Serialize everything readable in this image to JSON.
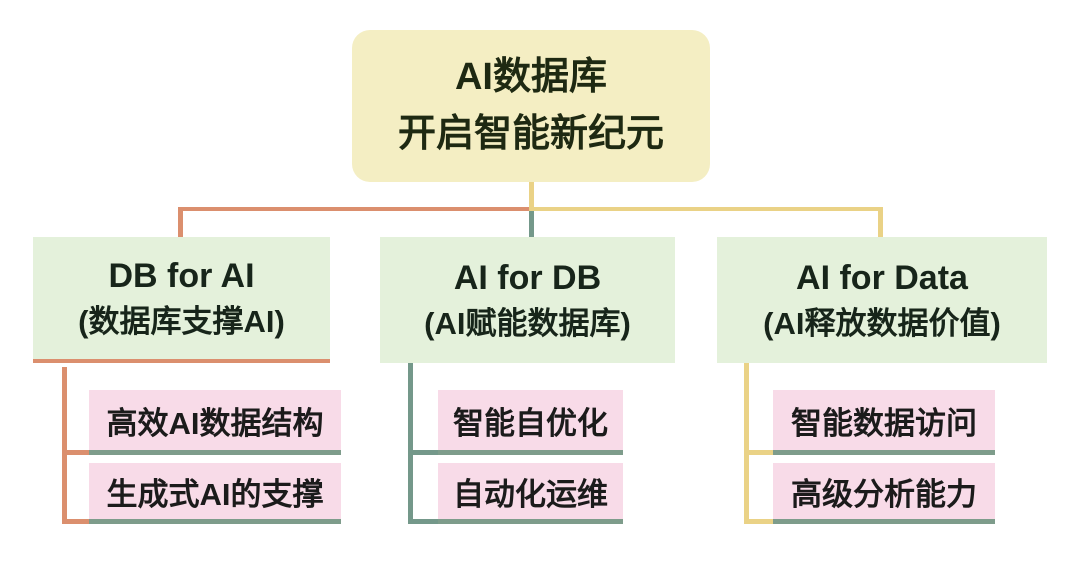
{
  "root": {
    "line1": "AI数据库",
    "line2": "开启智能新纪元"
  },
  "branches": [
    {
      "title_en": "DB for AI",
      "title_zh": "(数据库支撑AI)",
      "leaves": [
        "高效AI数据结构",
        "生成式AI的支撑"
      ]
    },
    {
      "title_en": "AI for DB",
      "title_zh": "(AI赋能数据库)",
      "leaves": [
        "智能自优化",
        "自动化运维"
      ]
    },
    {
      "title_en": "AI for Data",
      "title_zh": "(AI释放数据价值)",
      "leaves": [
        "智能数据访问",
        "高级分析能力"
      ]
    }
  ],
  "colors": {
    "canvas-bg": "#ffffff",
    "root-fill": "#f4eec3",
    "branch-fill": "#e4f1db",
    "leaf-fill": "#f8dbe8",
    "leaf-underline": "#7e9c8b",
    "line-salmon": "#db8f6e",
    "line-teal": "#74988a",
    "line-yellow": "#ead286",
    "root-text": "#1e2912",
    "branch-text": "#17251a",
    "leaf-text": "#1b1b1b"
  }
}
